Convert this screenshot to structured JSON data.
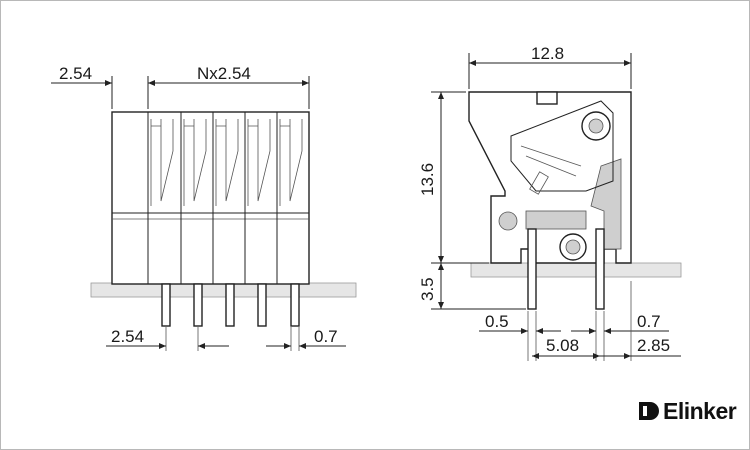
{
  "front_view": {
    "dims": {
      "left_pitch": "2.54",
      "total_pitch": "Nx2.54",
      "bottom_pitch": "2.54",
      "pin_width": "0.7"
    }
  },
  "side_view": {
    "dims": {
      "width": "12.8",
      "height": "13.6",
      "pin_length": "3.5",
      "pin_thickness": "0.5",
      "pin_spacing": "5.08",
      "pin_right_thickness": "0.7",
      "pin_offset": "2.85"
    }
  },
  "brand": {
    "name": "Elinker",
    "icon": "elinker-logo-icon"
  }
}
